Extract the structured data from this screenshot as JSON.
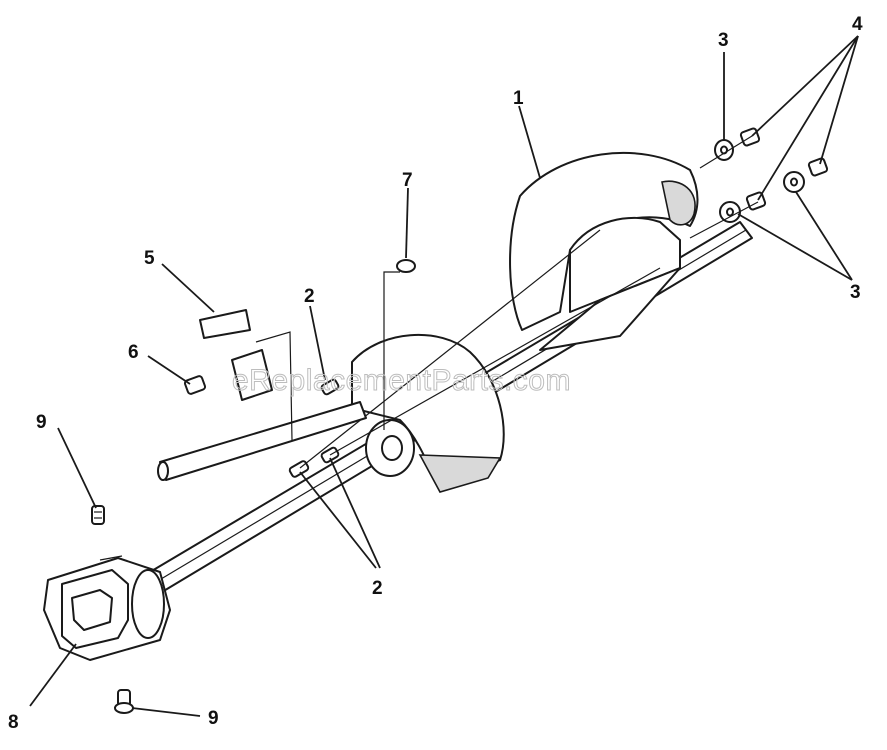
{
  "watermark": "eReplacementParts.com",
  "callouts": [
    {
      "id": "c1",
      "text": "1"
    },
    {
      "id": "c2a",
      "text": "2"
    },
    {
      "id": "c2b",
      "text": "2"
    },
    {
      "id": "c3a",
      "text": "3"
    },
    {
      "id": "c3b",
      "text": "3"
    },
    {
      "id": "c4",
      "text": "4"
    },
    {
      "id": "c5",
      "text": "5"
    },
    {
      "id": "c6",
      "text": "6"
    },
    {
      "id": "c7",
      "text": "7"
    },
    {
      "id": "c8",
      "text": "8"
    },
    {
      "id": "c9a",
      "text": "9"
    },
    {
      "id": "c9b",
      "text": "9"
    }
  ]
}
